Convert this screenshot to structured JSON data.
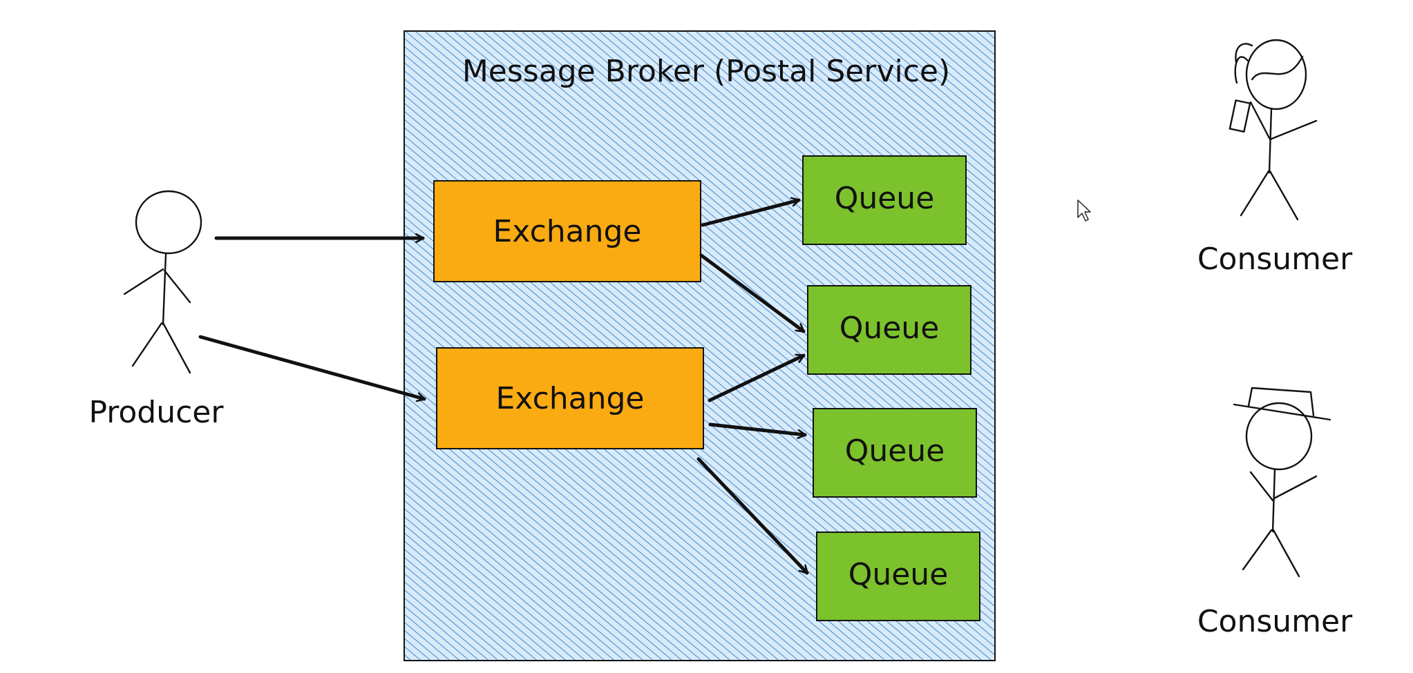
{
  "broker": {
    "title": "Message Broker (Postal Service)"
  },
  "exchanges": [
    {
      "label": "Exchange"
    },
    {
      "label": "Exchange"
    }
  ],
  "queues": [
    {
      "label": "Queue"
    },
    {
      "label": "Queue"
    },
    {
      "label": "Queue"
    },
    {
      "label": "Queue"
    }
  ],
  "actors": {
    "producer": {
      "label": "Producer",
      "icon": "stick-figure-icon"
    },
    "consumers": [
      {
        "label": "Consumer",
        "icon": "stick-figure-with-phone-icon"
      },
      {
        "label": "Consumer",
        "icon": "stick-figure-with-hat-icon"
      }
    ]
  },
  "colors": {
    "broker_fill": "#a8d0f0",
    "broker_hatch": "#4a90d8",
    "exchange_fill": "#fbab12",
    "queue_fill": "#7cc22c",
    "ink": "#111111"
  }
}
